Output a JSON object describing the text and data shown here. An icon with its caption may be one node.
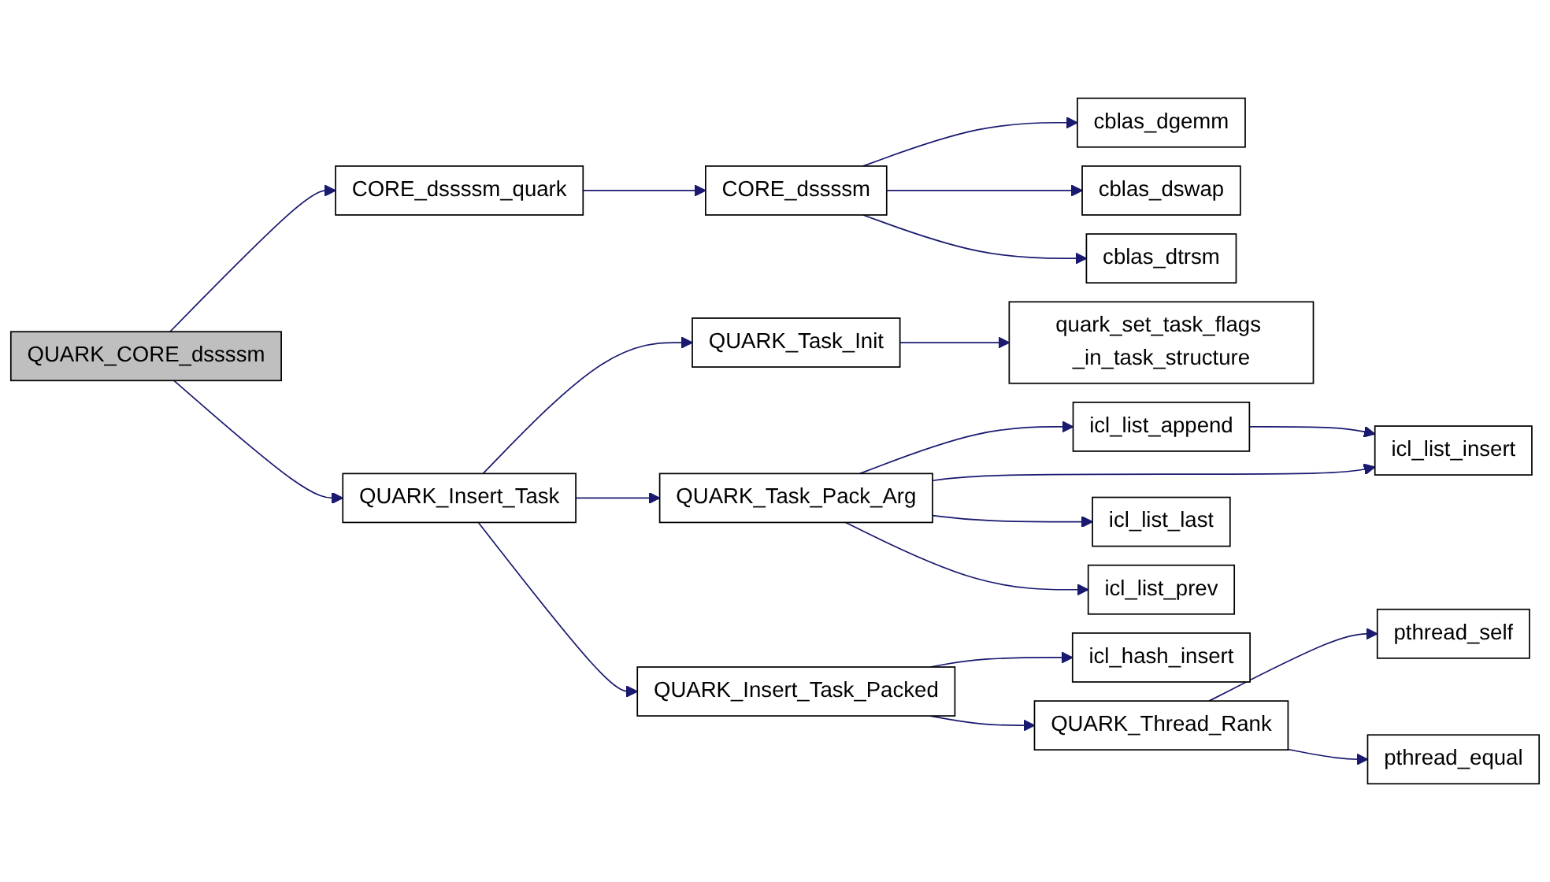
{
  "diagram": {
    "nodes": [
      {
        "text": [
          "QUARK_CORE_dssssm"
        ]
      },
      {
        "text": [
          "CORE_dssssm_quark"
        ]
      },
      {
        "text": [
          "CORE_dssssm"
        ]
      },
      {
        "text": [
          "cblas_dgemm"
        ]
      },
      {
        "text": [
          "cblas_dswap"
        ]
      },
      {
        "text": [
          "cblas_dtrsm"
        ]
      },
      {
        "text": [
          "QUARK_Insert_Task"
        ]
      },
      {
        "text": [
          "QUARK_Task_Init"
        ]
      },
      {
        "text": [
          "quark_set_task_flags _in_task_structure"
        ]
      },
      {
        "text": [
          "QUARK_Task_Pack_Arg"
        ]
      },
      {
        "text": [
          "icl_list_append"
        ]
      },
      {
        "text": [
          "icl_list_insert"
        ]
      },
      {
        "text": [
          "icl_list_last"
        ]
      },
      {
        "text": [
          "icl_list_prev"
        ]
      },
      {
        "text": [
          "QUARK_Insert_Task_Packed"
        ]
      },
      {
        "text": [
          "icl_hash_insert"
        ]
      },
      {
        "text": [
          "QUARK_Thread_Rank"
        ]
      },
      {
        "text": [
          "pthread_self"
        ]
      },
      {
        "text": [
          "pthread_equal"
        ]
      }
    ],
    "edges": [
      {
        "from": 0,
        "to": 1,
        "arrow": "to"
      },
      {
        "from": 0,
        "to": 6,
        "arrow": "to"
      },
      {
        "from": 1,
        "to": 2,
        "arrow": "to"
      },
      {
        "from": 2,
        "to": 3,
        "arrow": "to"
      },
      {
        "from": 2,
        "to": 4,
        "arrow": "to"
      },
      {
        "from": 2,
        "to": 5,
        "arrow": "to"
      },
      {
        "from": 6,
        "to": 7,
        "arrow": "to"
      },
      {
        "from": 6,
        "to": 9,
        "arrow": "to"
      },
      {
        "from": 6,
        "to": 14,
        "arrow": "to"
      },
      {
        "from": 7,
        "to": 8,
        "arrow": "to"
      },
      {
        "from": 9,
        "to": 10,
        "arrow": "to"
      },
      {
        "from": 9,
        "to": 11,
        "arrow": "to"
      },
      {
        "from": 9,
        "to": 12,
        "arrow": "to"
      },
      {
        "from": 9,
        "to": 13,
        "arrow": "to"
      },
      {
        "from": 10,
        "to": 11,
        "arrow": "to"
      },
      {
        "from": 14,
        "to": 15,
        "arrow": "to"
      },
      {
        "from": 14,
        "to": 16,
        "arrow": "to"
      },
      {
        "from": 16,
        "to": 17,
        "arrow": "to"
      },
      {
        "from": 16,
        "to": 18,
        "arrow": "to"
      }
    ]
  }
}
